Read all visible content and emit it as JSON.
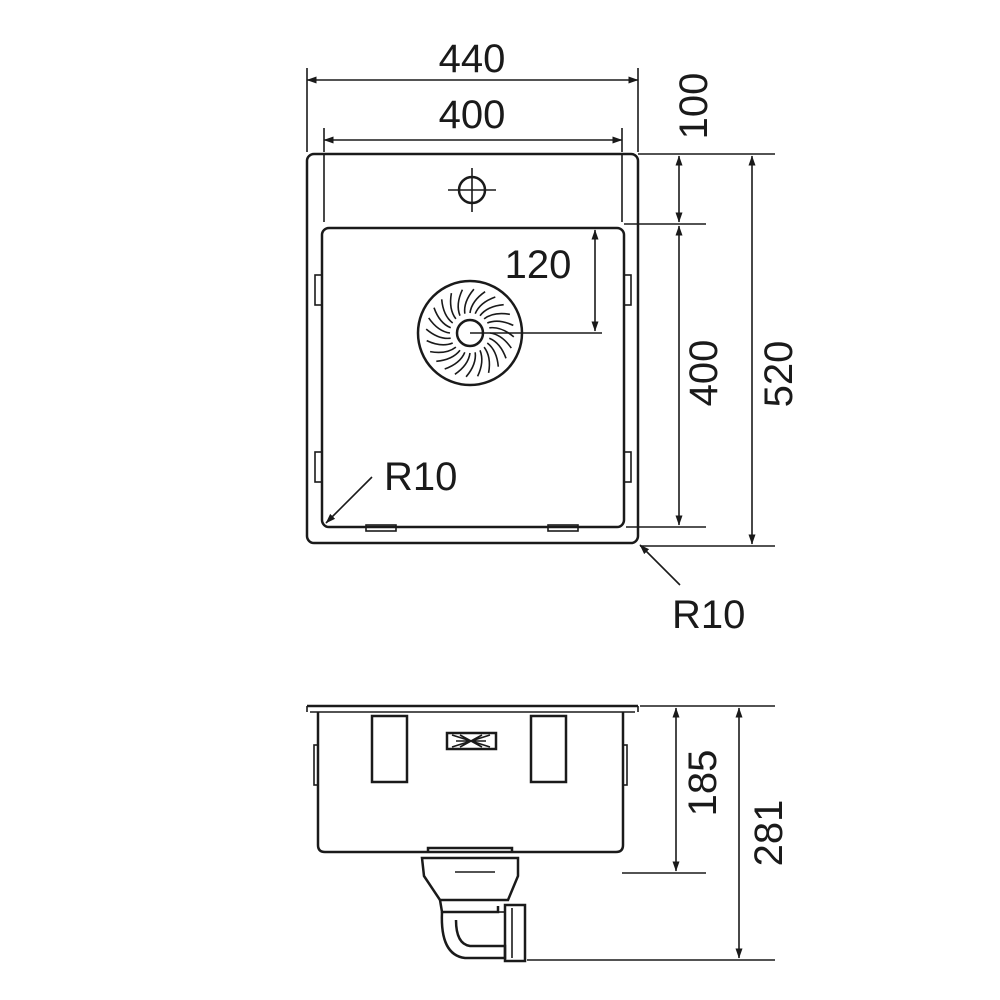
{
  "drawing": {
    "top_view": {
      "overall_width": "440",
      "bowl_width": "400",
      "deck_depth": "100",
      "bowl_depth": "400",
      "overall_depth": "520",
      "drain_offset": "120",
      "inner_radius": "R10",
      "outer_radius": "R10"
    },
    "side_view": {
      "bowl_height": "185",
      "total_height": "281"
    }
  },
  "colors": {
    "line": "#1a1a1a",
    "background": "#ffffff"
  }
}
